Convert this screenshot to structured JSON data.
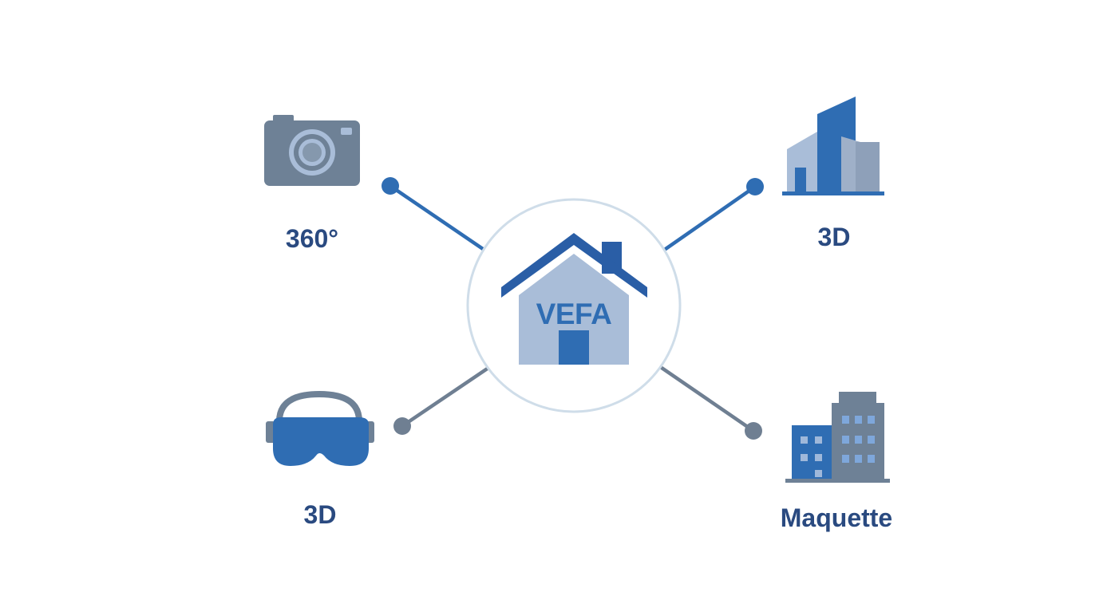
{
  "colors": {
    "primary_blue": "#2f6db3",
    "dark_blue": "#2a5ea6",
    "slate": "#6e8196",
    "slate_dark": "#5f6f82",
    "light_blue": "#a9bdd8",
    "pale_blue": "#9fb0c8",
    "label_navy": "#2a4a80",
    "connector_gray": "#6f7f92",
    "ring": "#cfdde9"
  },
  "center": {
    "label": "VEFA",
    "icon": "house-icon"
  },
  "nodes": {
    "top_left": {
      "label": "360°",
      "icon": "camera-icon"
    },
    "top_right": {
      "label": "3D",
      "icon": "buildings-icon"
    },
    "bottom_left": {
      "label": "3D",
      "icon": "vr-headset-icon"
    },
    "bottom_right": {
      "label": "Maquette",
      "icon": "office-building-icon"
    }
  }
}
